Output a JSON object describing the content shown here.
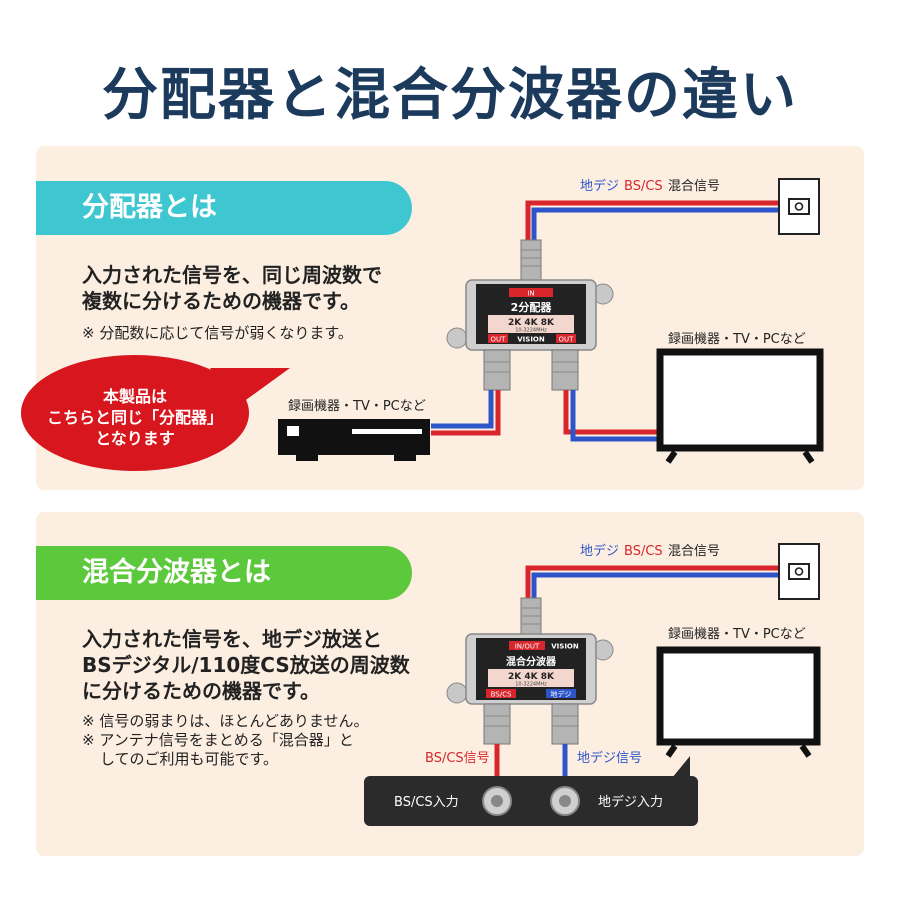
{
  "title": "分配器と混合分波器の違い",
  "splitter": {
    "heading": "分配器とは",
    "desc_line1": "入力された信号を、同じ周波数で",
    "desc_line2": "複数に分けるための機器です。",
    "note": "※ 分配数に応じて信号が弱くなります。",
    "bubble_line1": "本製品は",
    "bubble_line2": "こちらと同じ「分配器」",
    "bubble_line3": "となります",
    "signal_chideji": "地デジ",
    "signal_bscs": "BS/CS",
    "signal_mixed": "混合信号",
    "device_label_left": "録画機器・TV・PCなど",
    "device_label_right": "録画機器・TV・PCなど",
    "unit": {
      "in": "IN",
      "name": "2分配器",
      "spec": "2K 4K 8K",
      "freq": "10-3224MHz",
      "out1": "OUT",
      "out2": "OUT",
      "brand": "VISION"
    }
  },
  "diplexer": {
    "heading": "混合分波器とは",
    "desc_line1": "入力された信号を、地デジ放送と",
    "desc_line2": "BSデジタル/110度CS放送の周波数",
    "desc_line3": "に分けるための機器です。",
    "note_line1": "※ 信号の弱まりは、ほとんどありません。",
    "note_line2": "※ アンテナ信号をまとめる「混合器」と",
    "note_line3": "してのご利用も可能です。",
    "signal_chideji": "地デジ",
    "signal_bscs": "BS/CS",
    "signal_mixed": "混合信号",
    "device_label": "録画機器・TV・PCなど",
    "out_bscs": "BS/CS信号",
    "out_chideji": "地デジ信号",
    "input_bscs": "BS/CS入力",
    "input_chideji": "地デジ入力",
    "unit": {
      "inout": "IN/OUT",
      "brand": "VISION",
      "name": "混合分波器",
      "spec": "2K 4K 8K",
      "freq": "10-3224MHz",
      "port_bscs": "BS/CS",
      "port_chideji": "地デジ"
    }
  },
  "colors": {
    "red": "#d8262c",
    "blue": "#2d55c9",
    "navy": "#1b3a5c",
    "teal": "#3fc7d1",
    "green": "#5cc83b",
    "bubble": "#d8161e"
  }
}
